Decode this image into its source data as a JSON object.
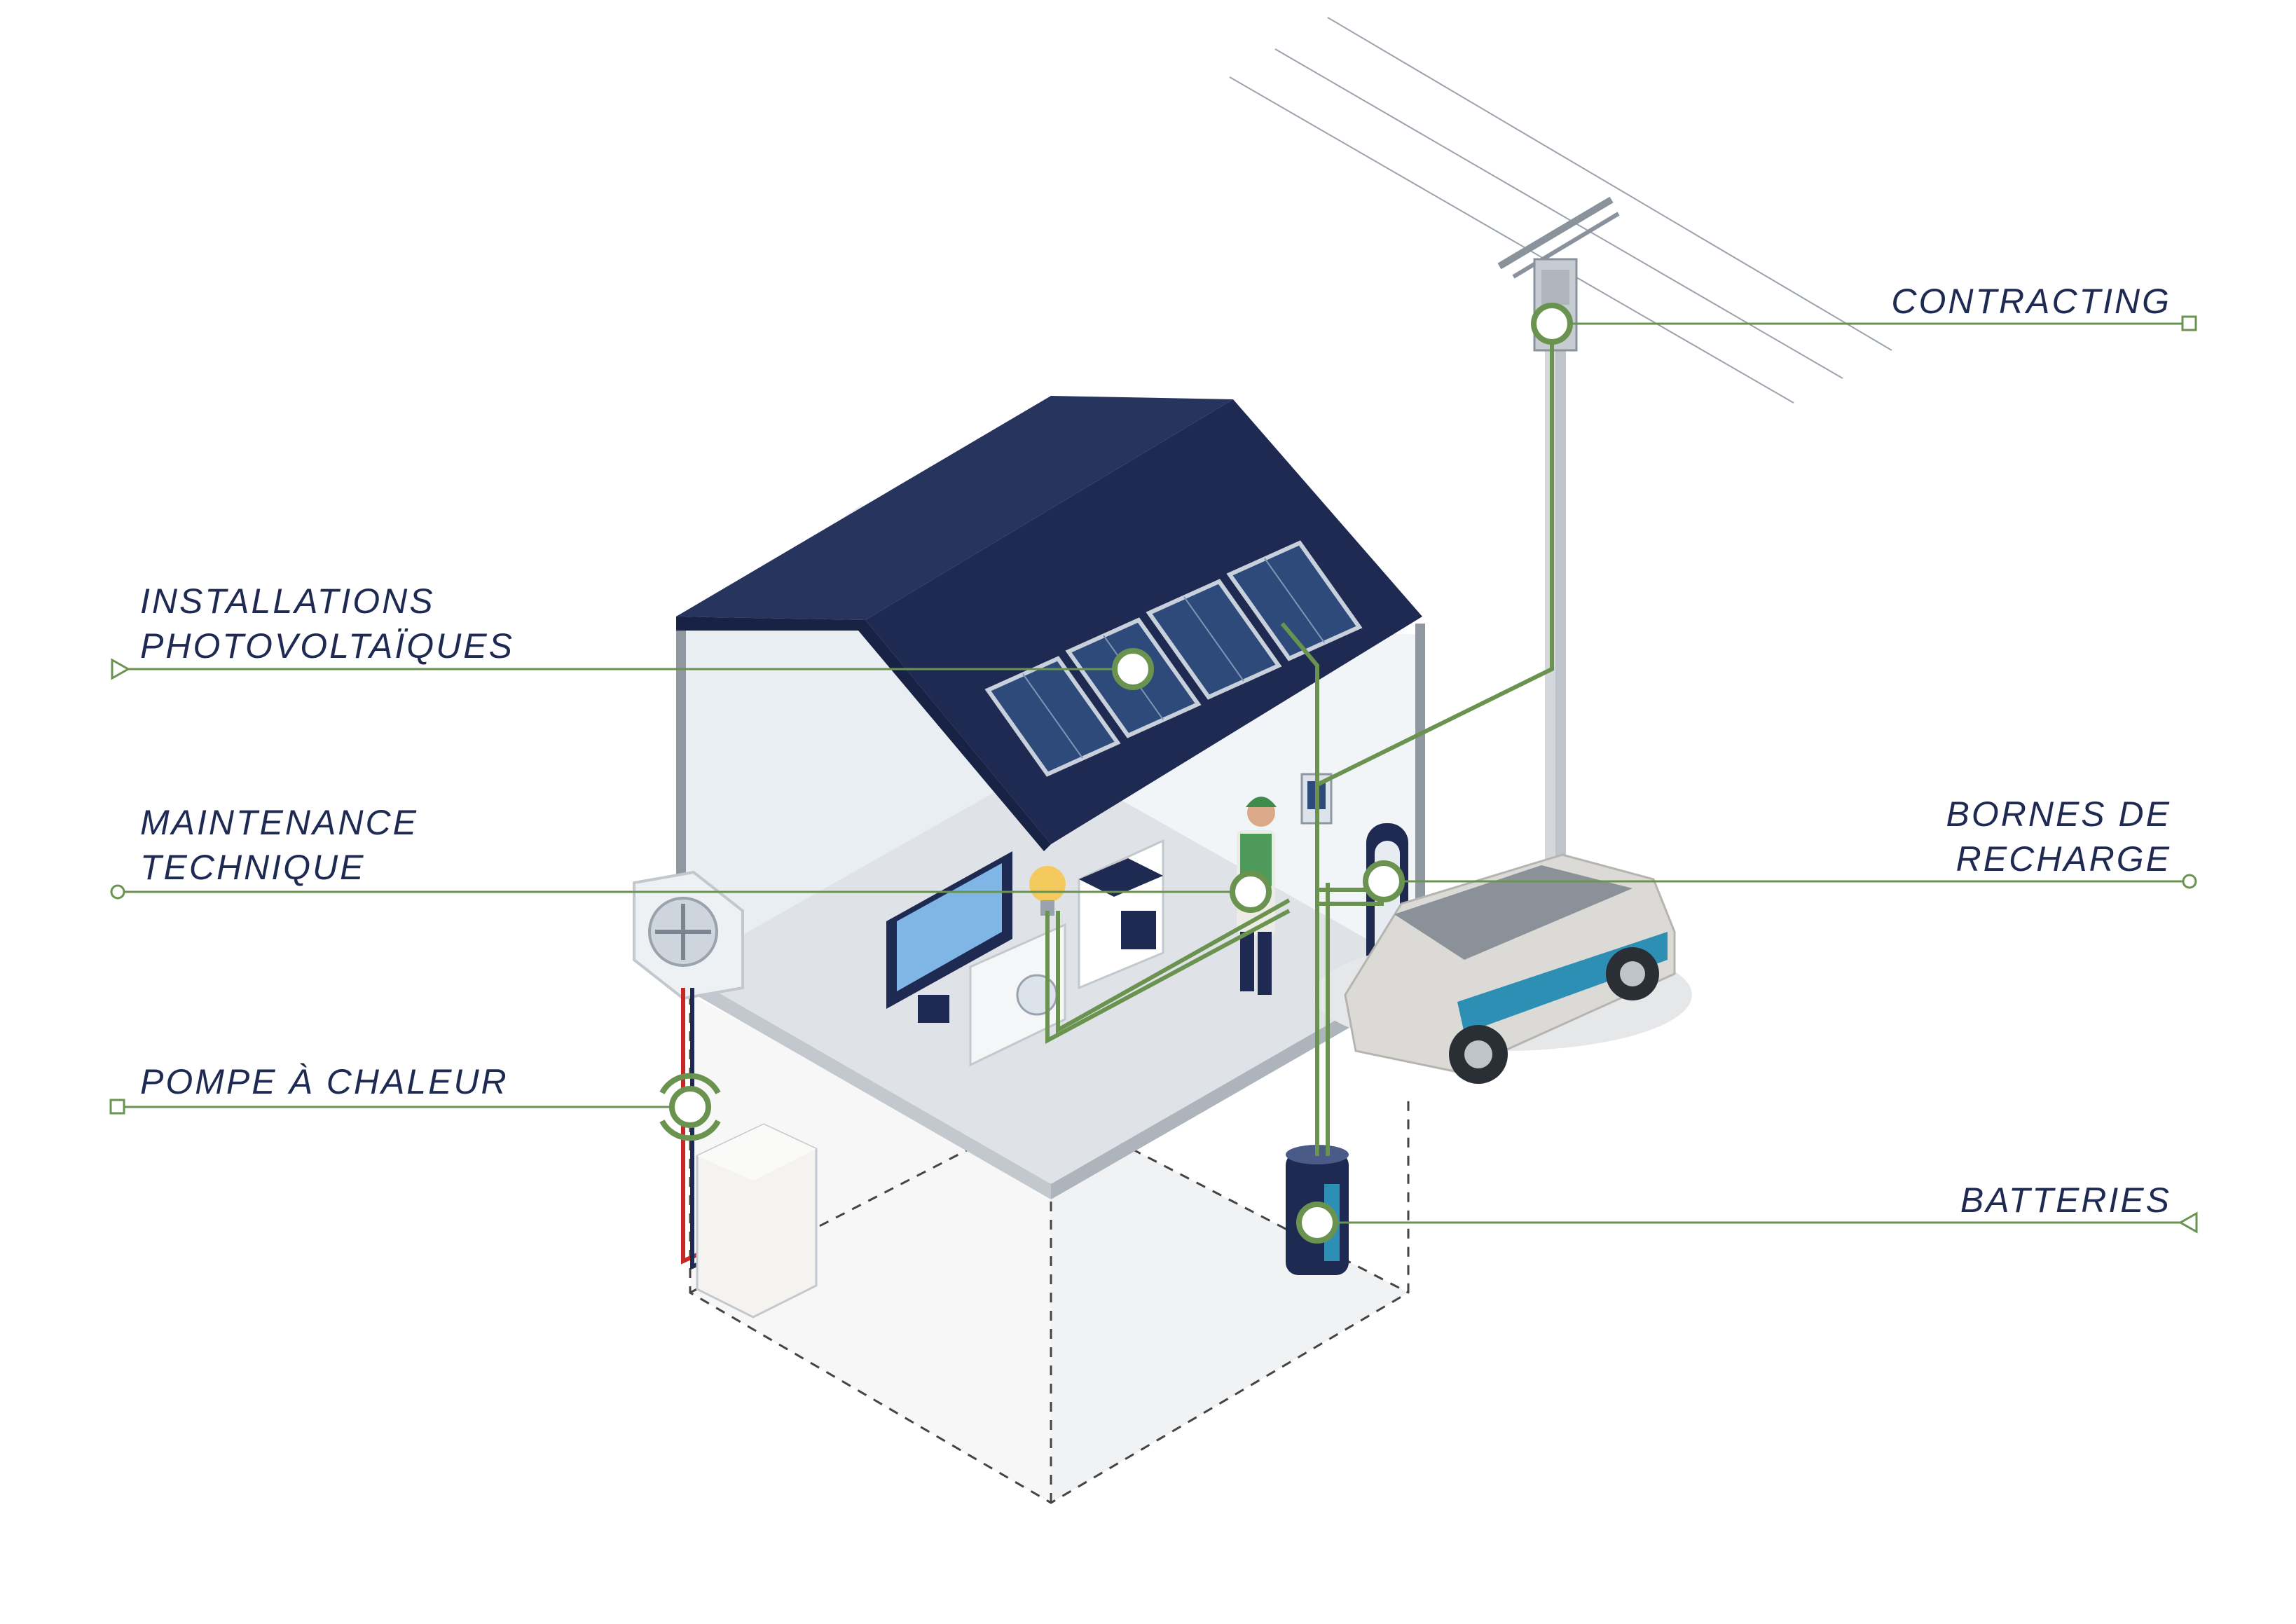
{
  "colors": {
    "leader_line": "#6b9350",
    "label_text": "#1f2a52",
    "roof": "#1f2a52",
    "wall": "#e9eef3",
    "floor": "#dfe3e8",
    "solar_panel": "#2e4a7a",
    "battery": "#1f2a52",
    "car_accent": "#2e8fb5"
  },
  "labels": {
    "pv_line1": "INSTALLATIONS",
    "pv_line2": "PHOTOVOLTAÏQUES",
    "maint_line1": "MAINTENANCE",
    "maint_line2": "TECHNIQUE",
    "heatpump": "POMPE À CHALEUR",
    "contracting": "CONTRACTING",
    "charge_line1": "BORNES DE",
    "charge_line2": "RECHARGE",
    "batteries": "BATTERIES"
  },
  "icons": [
    "power-pole-icon",
    "solar-panel-icon",
    "technician-icon",
    "heat-pump-icon",
    "charging-station-icon",
    "electric-car-icon",
    "battery-icon",
    "tv-icon",
    "lightbulb-icon",
    "stove-icon",
    "washing-machine-icon",
    "fan-unit-icon"
  ]
}
